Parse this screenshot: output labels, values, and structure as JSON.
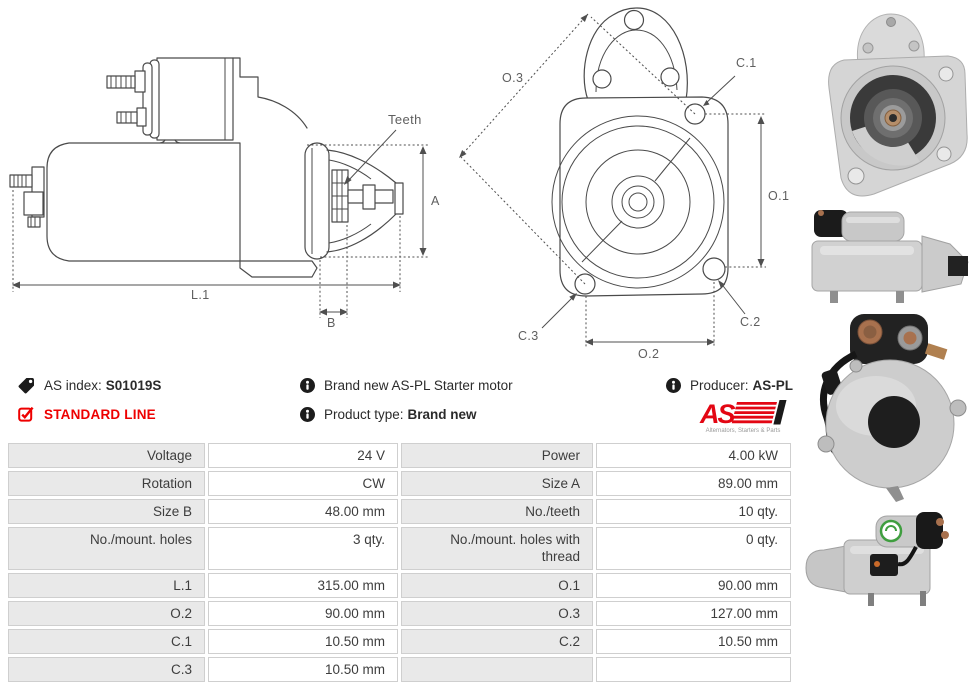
{
  "drawing_side": {
    "teeth": "Teeth",
    "dim_a": "A",
    "dim_l1": "L.1",
    "dim_b": "B"
  },
  "drawing_front": {
    "dim_o3": "O.3",
    "dim_c1": "C.1",
    "dim_o1": "O.1",
    "dim_c2": "C.2",
    "dim_c3": "C.3",
    "dim_o2": "O.2"
  },
  "info": {
    "as_index_label": "AS index:",
    "as_index_value": "S01019S",
    "standard_line": "STANDARD LINE",
    "brand_new_text": "Brand new AS-PL Starter motor",
    "product_type_label": "Product type:",
    "product_type_value": "Brand new",
    "producer_label": "Producer:",
    "producer_value": "AS-PL",
    "colors": {
      "accent_red": "#ee0000",
      "icon_black": "#1c1c1c"
    }
  },
  "logo": {
    "text": "AS",
    "tagline": "Alternators, Starters & Parts",
    "red": "#e30613"
  },
  "specs": {
    "rows": [
      {
        "label": "Voltage",
        "value": "24 V",
        "label2": "Power",
        "value2": "4.00 kW"
      },
      {
        "label": "Rotation",
        "value": "CW",
        "label2": "Size A",
        "value2": "89.00 mm"
      },
      {
        "label": "Size B",
        "value": "48.00 mm",
        "label2": "No./teeth",
        "value2": "10 qty."
      },
      {
        "label": "No./mount. holes",
        "value": "3 qty.",
        "label2": "No./mount. holes with thread",
        "value2": "0 qty.",
        "tall": true
      },
      {
        "label": "L.1",
        "value": "315.00 mm",
        "label2": "O.1",
        "value2": "90.00 mm",
        "gap_before": true
      },
      {
        "label": "O.2",
        "value": "90.00 mm",
        "label2": "O.3",
        "value2": "127.00 mm"
      },
      {
        "label": "C.1",
        "value": "10.50 mm",
        "label2": "C.2",
        "value2": "10.50 mm"
      },
      {
        "label": "C.3",
        "value": "10.50 mm",
        "label2": "",
        "value2": ""
      }
    ]
  }
}
